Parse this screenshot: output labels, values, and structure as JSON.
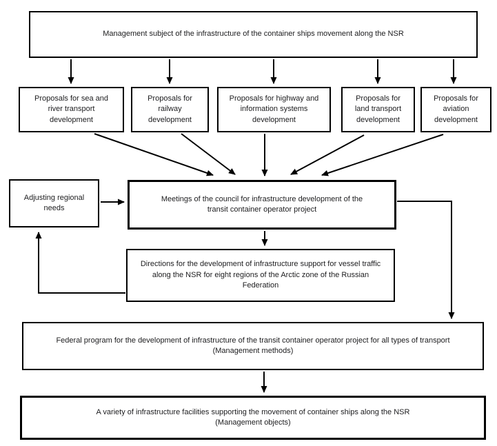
{
  "diagram": {
    "background": "#ffffff",
    "line_color": "#000000",
    "text_color": "#1c1c1e",
    "nodes": {
      "management": {
        "label": "Management subject of the infrastructure of the container ships movement along the NSR"
      },
      "sea_river": {
        "label": "Proposals for sea and river transport development"
      },
      "railway": {
        "label": "Proposals for railway development"
      },
      "highway": {
        "label": "Proposals for highway and information systems development"
      },
      "land": {
        "label": "Proposals for land transport development"
      },
      "aviation": {
        "label": "Proposals for aviation development"
      },
      "adjusting": {
        "label": "Adjusting regional needs"
      },
      "meetings": {
        "label": "Meetings of the council for infrastructure development of the transit container operator project"
      },
      "directions": {
        "label": "Directions for the development of infrastructure support for vessel traffic along the NSR for eight regions of the Arctic zone of the Russian Federation"
      },
      "federal": {
        "label": "Federal program for the development of infrastructure of the transit container operator project for all types of transport",
        "sublabel": "(Management methods)"
      },
      "objects": {
        "label": "A variety of infrastructure facilities supporting the movement of container ships along the NSR",
        "sublabel": "(Management objects)"
      }
    },
    "edges": [
      {
        "from": "management",
        "to": "sea_river"
      },
      {
        "from": "management",
        "to": "railway"
      },
      {
        "from": "management",
        "to": "highway"
      },
      {
        "from": "management",
        "to": "land"
      },
      {
        "from": "management",
        "to": "aviation"
      },
      {
        "from": "sea_river",
        "to": "meetings"
      },
      {
        "from": "railway",
        "to": "meetings"
      },
      {
        "from": "highway",
        "to": "meetings"
      },
      {
        "from": "land",
        "to": "meetings"
      },
      {
        "from": "aviation",
        "to": "meetings"
      },
      {
        "from": "adjusting",
        "to": "meetings"
      },
      {
        "from": "meetings",
        "to": "directions"
      },
      {
        "from": "meetings",
        "to": "federal"
      },
      {
        "from": "directions",
        "to": "adjusting"
      },
      {
        "from": "federal",
        "to": "objects"
      }
    ]
  }
}
